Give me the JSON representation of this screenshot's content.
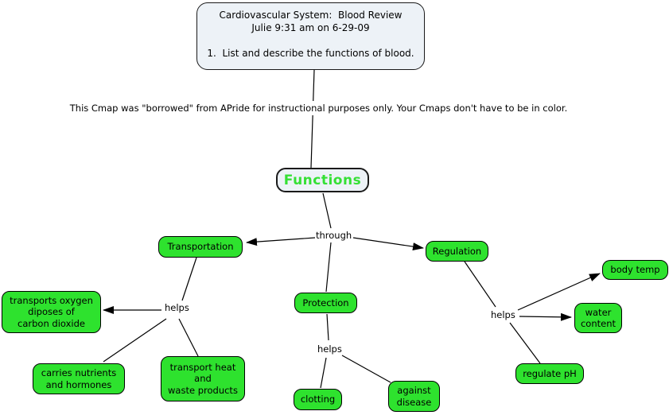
{
  "title_box": {
    "text": "Cardiovascular System:  Blood Review\nJulie 9:31 am on 6-29-09\n\n1.  List and describe the functions of blood."
  },
  "note": "This Cmap was \"borrowed\" from APride for instructional purposes only. Your Cmaps don't have to be in color.",
  "root_node": {
    "label": "Functions"
  },
  "linking_phrases": {
    "through": "through",
    "helps_left": "helps",
    "helps_middle": "helps",
    "helps_right": "helps"
  },
  "nodes": {
    "transportation": "Transportation",
    "regulation": "Regulation",
    "protection": "Protection",
    "transports_oxygen": "transports oxygen\ndiposes of\ncarbon dioxide",
    "carries_nutrients": "carries nutrients\nand hormones",
    "transport_heat": "transport heat\nand\nwaste products",
    "clotting": "clotting",
    "against_disease": "against\ndisease",
    "body_temp": "body temp",
    "water_content": "water\ncontent",
    "regulate_ph": "regulate pH"
  },
  "colors": {
    "node_green": "#2ee22e",
    "root_text_green": "#35e035",
    "light_node_bg": "#edf2f7",
    "line_color": "#000000"
  }
}
